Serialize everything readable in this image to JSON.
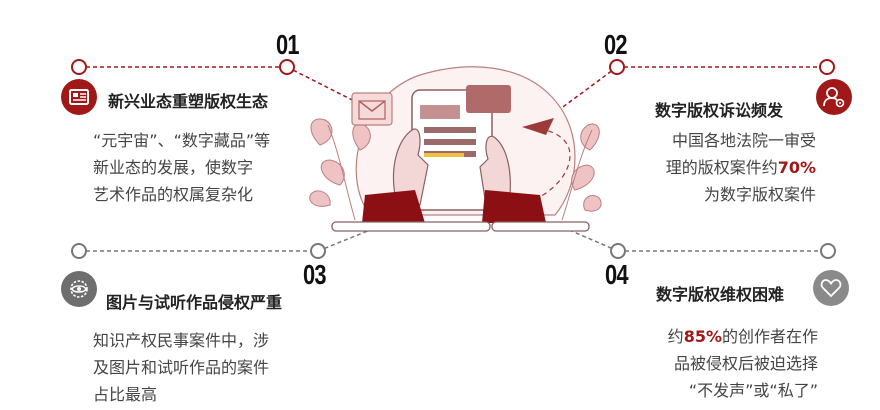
{
  "colors": {
    "accent": "#a01818",
    "gray": "#707070",
    "pink": "#e7b8b8"
  },
  "items": [
    {
      "number": "01",
      "title": "新兴业态重塑版权生态",
      "icon": "news-icon",
      "desc_lines": [
        "“元宇宙”、“数字藏品”等",
        "新业态的发展，使数字",
        "艺术作品的权属复杂化"
      ]
    },
    {
      "number": "02",
      "title": "数字版权诉讼频发",
      "icon": "user-gear-icon",
      "desc_line1": "中国各地法院一审受",
      "desc_line2_pre": "理的版权案件约",
      "desc_line2_hl": "70%",
      "desc_line3": "为数字版权案件"
    },
    {
      "number": "03",
      "title": "图片与试听作品侵权严重",
      "icon": "eye-gear-icon",
      "desc_lines": [
        "知识产权民事案件中，涉",
        "及图片和试听作品的案件",
        "占比最高"
      ]
    },
    {
      "number": "04",
      "title": "数字版权维权困难",
      "icon": "heart-icon",
      "desc_line1_pre": "约",
      "desc_line1_hl": "85%",
      "desc_line1_post": "的创作者在作",
      "desc_line2": "品被侵权后被迫选择",
      "desc_line3": "“不发声”或“私了”"
    }
  ]
}
